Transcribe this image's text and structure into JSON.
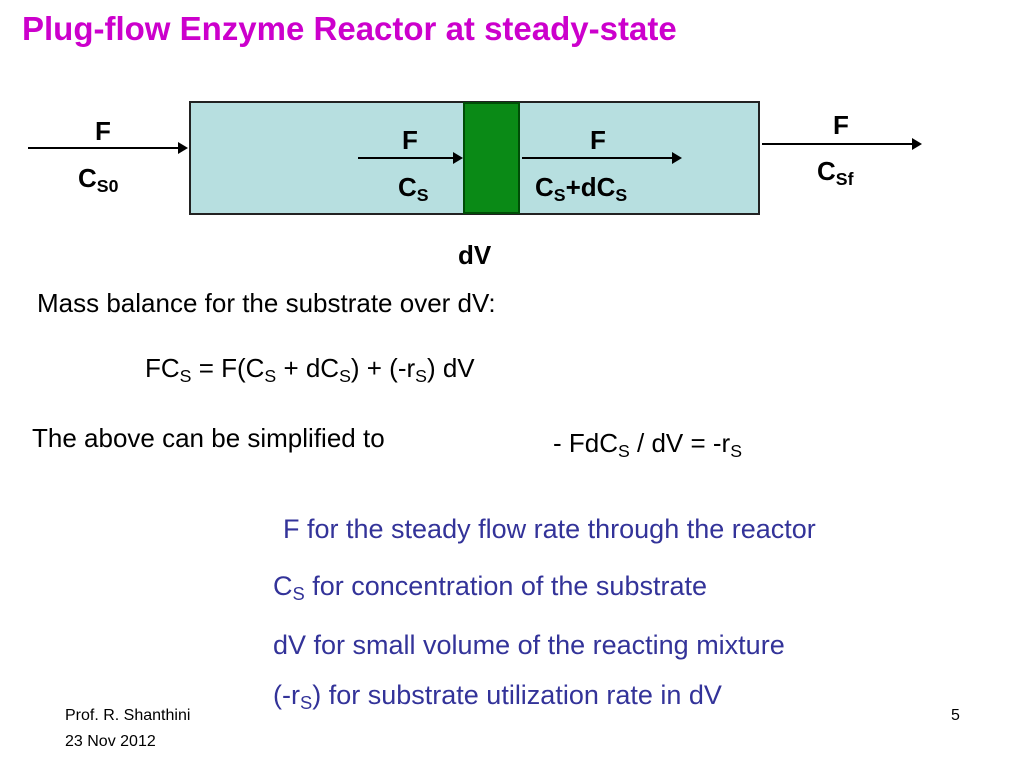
{
  "colors": {
    "title": "#cc00cc",
    "definition": "#333399",
    "reactor_fill": "#b7dfe0",
    "slice_fill": "#0a8a16"
  },
  "title": "Plug-flow Enzyme Reactor at steady-state",
  "diagram": {
    "inlet_flow": "F",
    "inlet_conc": {
      "base": "C",
      "sub": "S0"
    },
    "slice_in_flow": "F",
    "slice_in_conc": {
      "base": "C",
      "sub": "S"
    },
    "slice_out_flow": "F",
    "slice_out_conc": {
      "base1": "C",
      "sub1": "S",
      "plus": "+dC",
      "sub2": "S"
    },
    "outlet_flow": "F",
    "outlet_conc": {
      "base": "C",
      "sub": "Sf"
    },
    "slice_label": "dV"
  },
  "mass_balance_text": "Mass balance for the substrate over dV:",
  "equation_1": {
    "p1": "FC",
    "s1": "S",
    "p2": " = F(C",
    "s2": "S",
    "p3": " + dC",
    "s3": "S",
    "p4": ") + (-r",
    "s4": "S",
    "p5": ") dV"
  },
  "simplified_text": "The above can be simplified to",
  "equation_2": {
    "p1": "- FdC",
    "s1": "S",
    "p2": " / dV  = -r",
    "s2": "S"
  },
  "definitions": {
    "f": "F for the steady flow rate through the reactor",
    "cs": {
      "base": "C",
      "sub": "S",
      "rest": " for concentration of the substrate"
    },
    "dv": "dV for small volume of the reacting mixture",
    "rs": {
      "pre": "(-r",
      "sub": "S",
      "rest": ") for substrate utilization rate in dV"
    }
  },
  "footer": {
    "author": "Prof. R. Shanthini",
    "date": "23 Nov 2012",
    "page": "5"
  }
}
